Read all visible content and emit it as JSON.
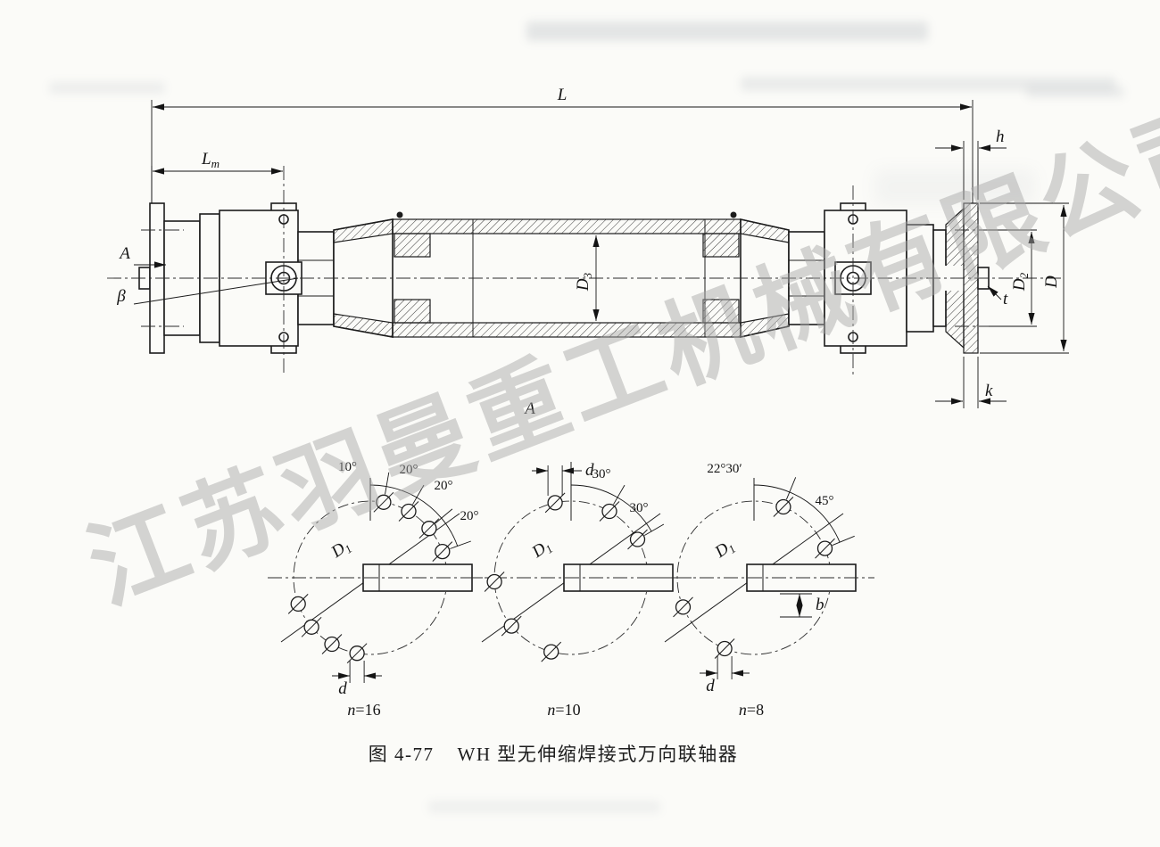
{
  "watermark": {
    "text": "江苏羽曼重工机械有限公司",
    "color": "#a8a8a8"
  },
  "caption": {
    "figure_no": "图 4-77",
    "title": "WH 型无伸缩焊接式万向联轴器"
  },
  "dimensions": {
    "L": "L",
    "Lm_main": "L",
    "Lm_sub": "m",
    "h": "h",
    "k": "k",
    "t": "t",
    "D": "D",
    "D2_main": "D",
    "D2_sub": "2",
    "D3_main": "D",
    "D3_sub": "3",
    "beta": "β",
    "A_left": "A",
    "A_section": "A"
  },
  "detail_views": [
    {
      "angles": [
        "10°",
        "20°",
        "20°",
        "20°"
      ],
      "D1_main": "D",
      "D1_sub": "1",
      "d": "d",
      "n_var": "n",
      "n_value": "=16"
    },
    {
      "angles": [
        "30°",
        "30°"
      ],
      "D1_main": "D",
      "D1_sub": "1",
      "d": "d",
      "n_var": "n",
      "n_value": "=10"
    },
    {
      "angles": [
        "22°30′",
        "45°"
      ],
      "D1_main": "D",
      "D1_sub": "1",
      "d": "d",
      "b": "b",
      "n_var": "n",
      "n_value": "=8"
    }
  ]
}
